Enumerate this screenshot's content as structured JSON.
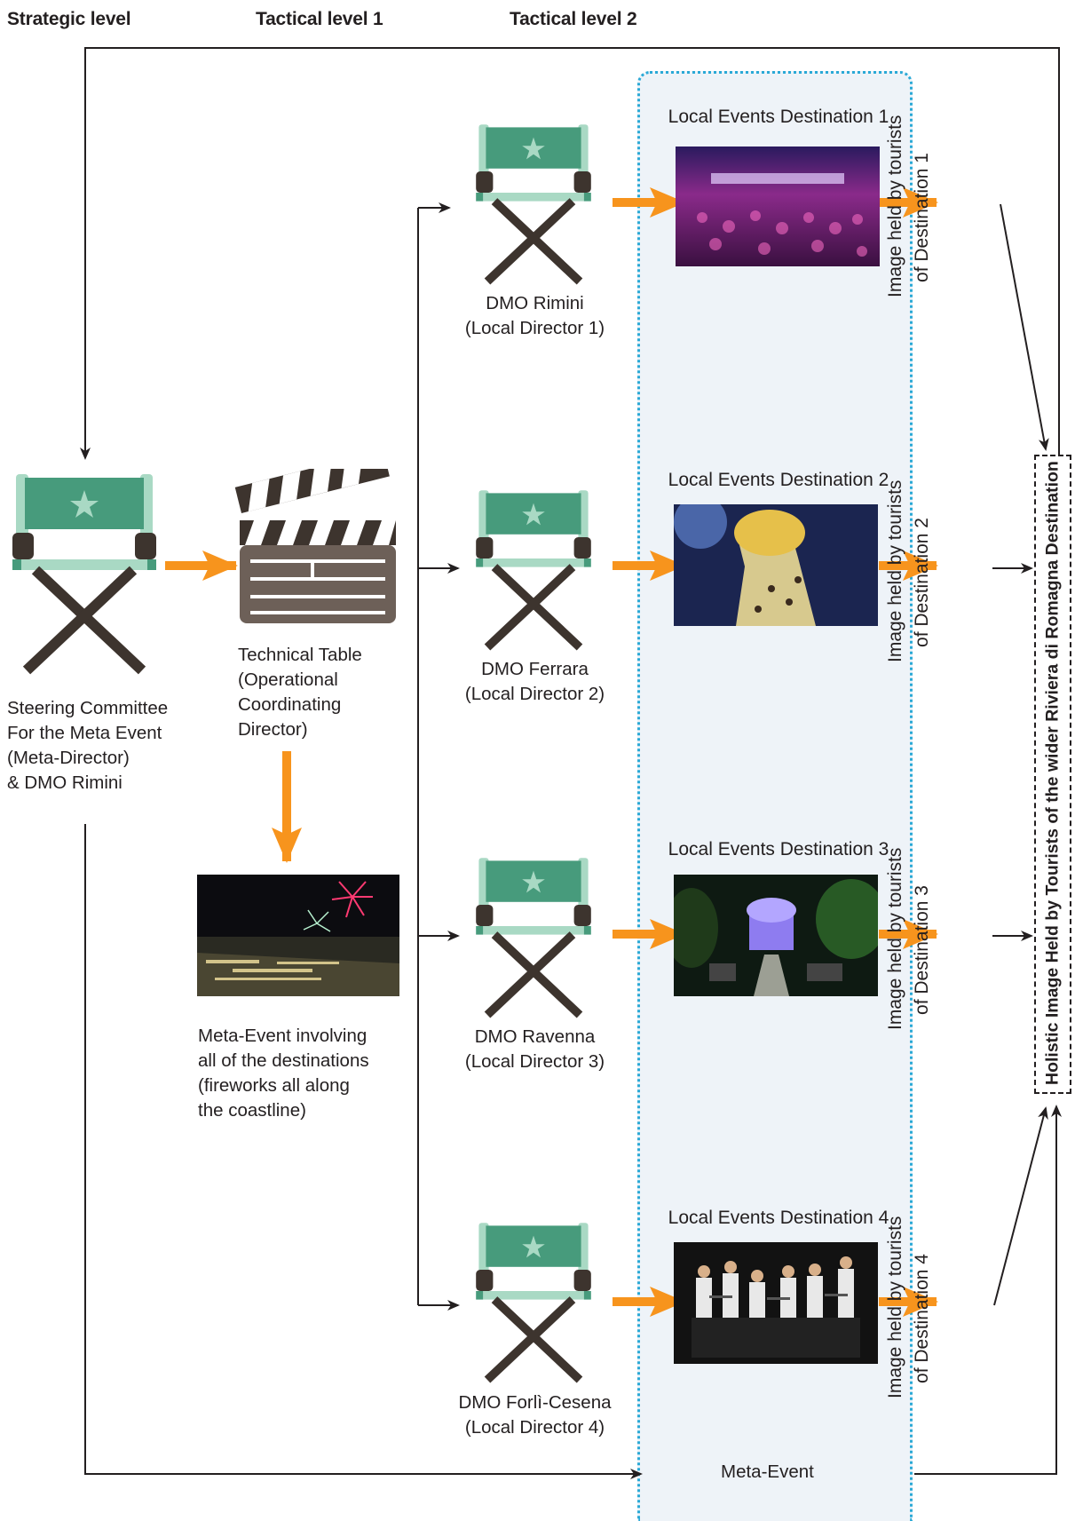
{
  "headers": {
    "strategic": "Strategic level",
    "tactical1": "Tactical level 1",
    "tactical2": "Tactical level 2"
  },
  "steering": {
    "line1": "Steering Committee",
    "line2": "For the Meta Event",
    "line3": "(Meta-Director)",
    "line4": "& DMO Rimini"
  },
  "technical": {
    "line1": "Technical Table",
    "line2": "(Operational",
    "line3": "Coordinating",
    "line4": "Director)"
  },
  "meta_event_desc": {
    "line1": "Meta-Event involving",
    "line2": "all of the destinations",
    "line3": "(fireworks all along",
    "line4": "the coastline)"
  },
  "dmos": [
    {
      "name": "DMO Rimini",
      "role": "(Local Director 1)"
    },
    {
      "name": "DMO Ferrara",
      "role": "(Local Director 2)"
    },
    {
      "name": "DMO Ravenna",
      "role": "(Local Director 3)"
    },
    {
      "name": "DMO Forlì-Cesena",
      "role": "(Local Director 4)"
    }
  ],
  "events": [
    {
      "title": "Local Events Destination 1"
    },
    {
      "title": "Local Events Destination 2"
    },
    {
      "title": "Local Events Destination 3"
    },
    {
      "title": "Local Events Destination 4"
    }
  ],
  "images_held": [
    {
      "line1": "Image held by tourists",
      "line2": "of Destination 1"
    },
    {
      "line1": "Image held by tourists",
      "line2": "of Destination 2"
    },
    {
      "line1": "Image held by tourists",
      "line2": "of Destination 3"
    },
    {
      "line1": "Image held by tourists",
      "line2": "of Destination 4"
    }
  ],
  "holistic": "Holistic Image Held by Tourists of the wider Riviera di Romagna Destination",
  "meta_event_label": "Meta-Event",
  "colors": {
    "chair_green": "#479b7c",
    "chair_light": "#a9d9c4",
    "chair_frame": "#3d342e",
    "arrow_orange": "#f7941d",
    "meta_box_border": "#2aa9d6",
    "meta_box_fill": "#eef3f8",
    "clapper_body": "#6d6058"
  },
  "icons": {
    "director_chair": "director-chair-icon",
    "clapperboard": "clapperboard-icon"
  }
}
